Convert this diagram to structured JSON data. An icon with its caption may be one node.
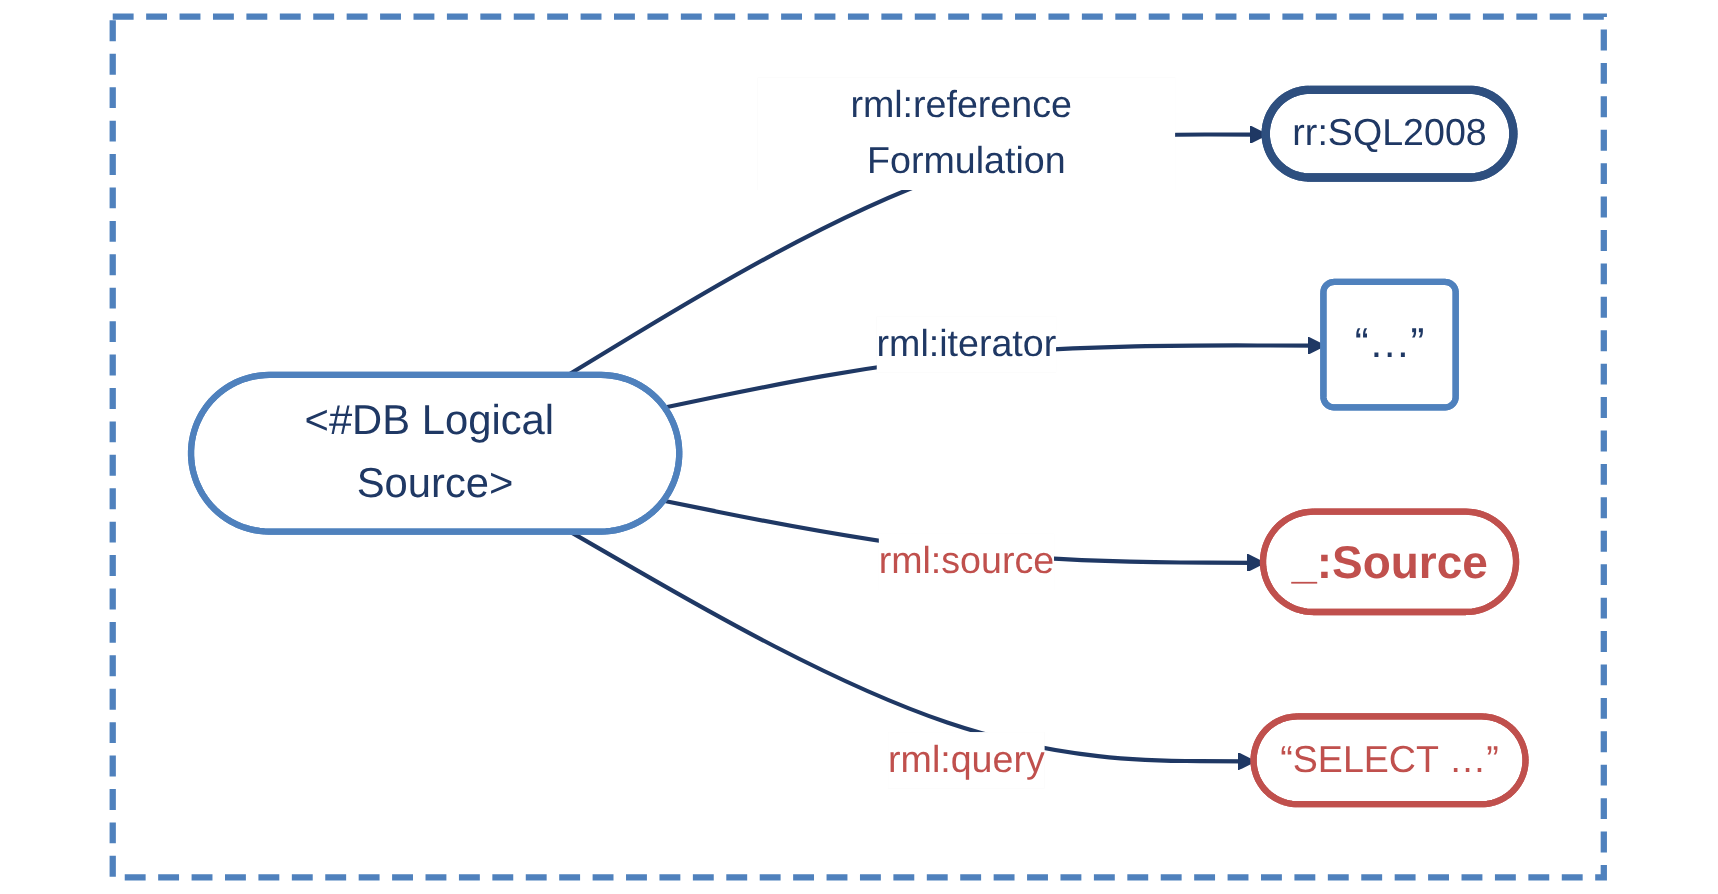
{
  "diagram": {
    "nodes": [
      {
        "text": [],
        "shape": "box"
      },
      {
        "text": [
          "<#DB Logical Source>"
        ],
        "in": 0
      },
      {
        "text": [
          "rr:SQL2008"
        ],
        "in": 0
      },
      {
        "text": [
          "“…”"
        ],
        "in": 0
      },
      {
        "text": [
          "_:Source"
        ],
        "in": 0
      },
      {
        "text": [
          "“SELECT …”"
        ],
        "in": 0
      }
    ],
    "edges": [
      {
        "from": 1,
        "to": 2,
        "arrow": "to",
        "label": "rml:reference Formulation"
      },
      {
        "from": 1,
        "to": 3,
        "arrow": "to",
        "label": "rml:iterator"
      },
      {
        "from": 1,
        "to": 4,
        "arrow": "to",
        "label": "rml:source"
      },
      {
        "from": 1,
        "to": 5,
        "arrow": "to",
        "label": "rml:query"
      }
    ]
  }
}
